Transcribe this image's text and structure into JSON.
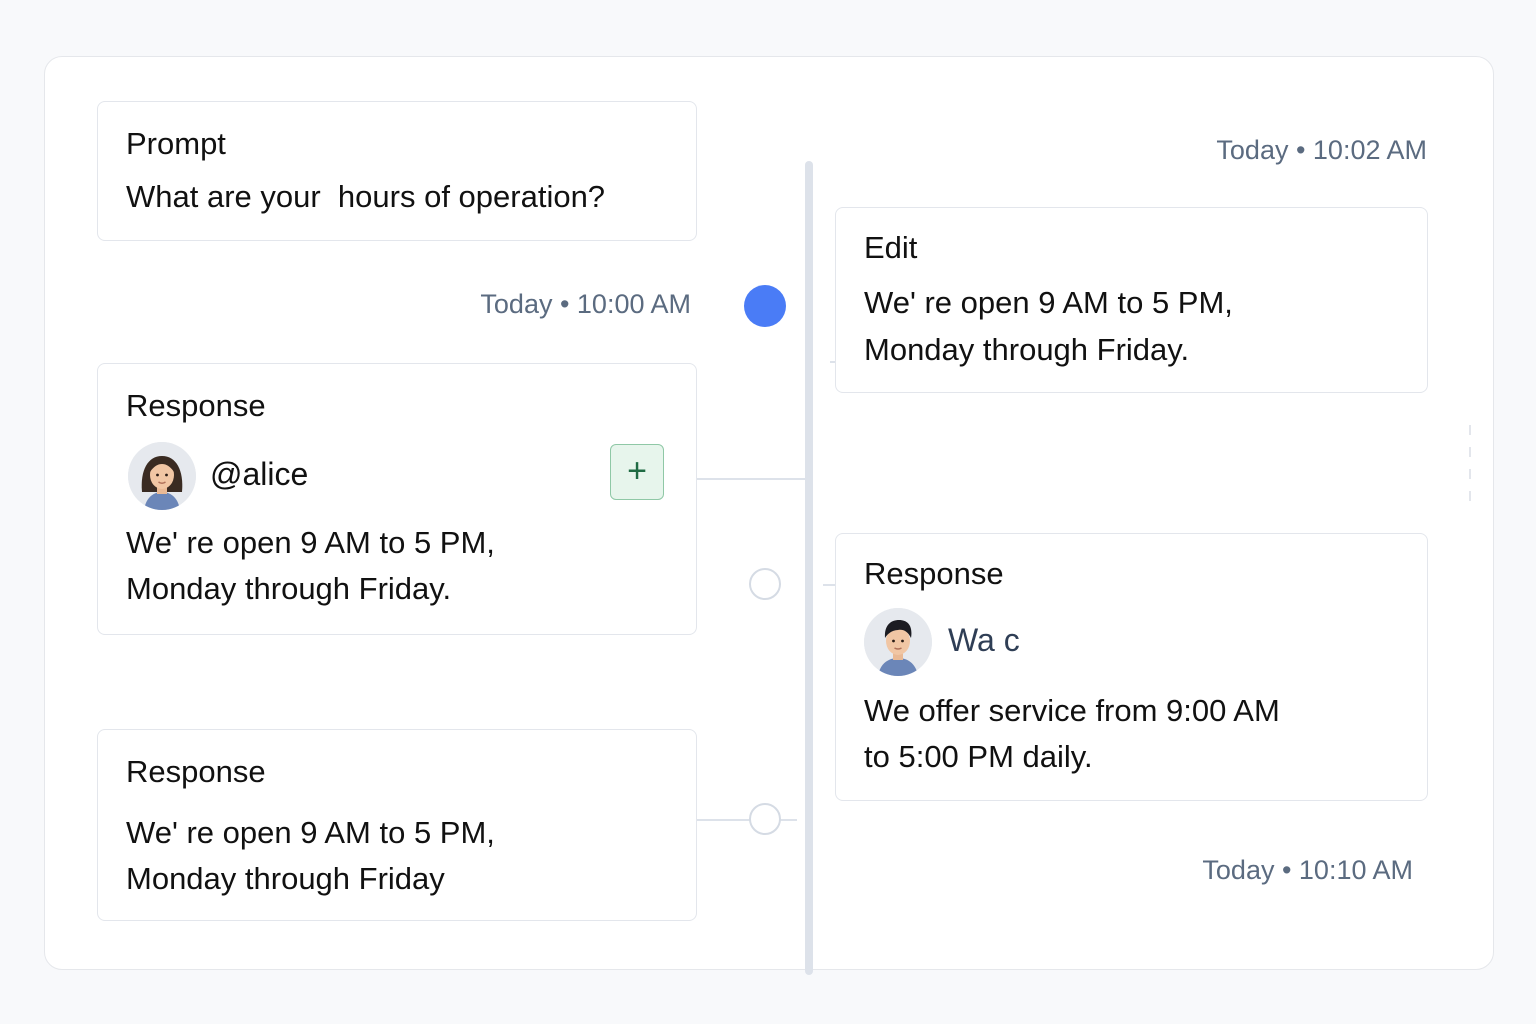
{
  "timeline": {
    "prompt": {
      "title": "Prompt",
      "text": "What are your  hours of operation?"
    },
    "ts_first": "Today • 10:00 AM",
    "ts_edit": "Today • 10:02 AM",
    "ts_last": "Today • 10:10 AM",
    "edit": {
      "title": "Edit",
      "line1": "We' re open 9 AM to 5 PM,",
      "line2": "Monday through Friday."
    },
    "response_alice": {
      "title": "Response",
      "username": "@alice",
      "add_label": "+",
      "line1": "We' re open 9 AM to 5 PM,",
      "line2": "Monday through Friday."
    },
    "response_right": {
      "title": "Response",
      "username": "Wa c",
      "line1": "We offer service from 9:00 AM",
      "line2": "to 5:00 PM daily."
    },
    "response_bottom": {
      "title": "Response",
      "line1": "We' re open 9 AM to 5 PM,",
      "line2": "Monday through Friday"
    }
  },
  "colors": {
    "accent": "#4a7cf6",
    "add_button_bg": "#e7f5ec",
    "timestamp": "#5b6b80",
    "rail": "#dde2ea"
  }
}
